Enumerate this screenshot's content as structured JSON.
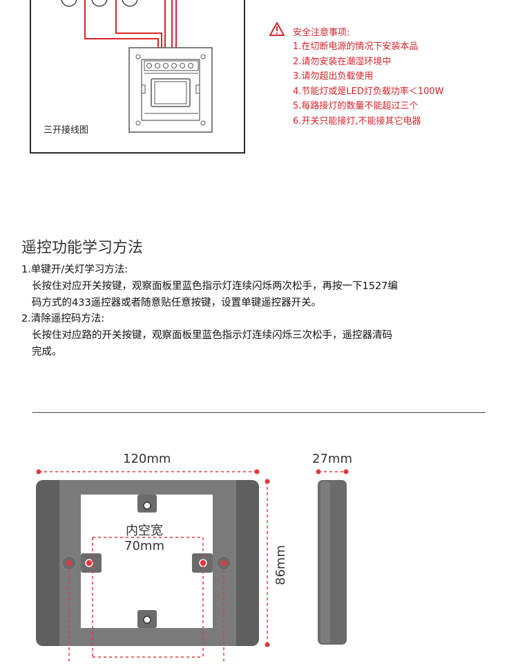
{
  "wiring_diagram": {
    "caption": "三开接线图"
  },
  "safety_notes": {
    "heading": "安全注意事项:",
    "items": [
      "1.在切断电源的情况下安装本品",
      "2.请勿安装在潮湿环境中",
      "3.请勿超出负载使用",
      "4.节能灯或是LED灯负载功率＜100W",
      "5.每路接灯的数量不能超过三个",
      "6.开关只能接灯,不能接其它电器"
    ]
  },
  "learning_method": {
    "title": "遥控功能学习方法",
    "item1_title": "1.单键开/关灯学习方法:",
    "item1_body_line1": "长按住对应开关按键，观察面板里蓝色指示灯连续闪烁两次松手，再按一下1527编",
    "item1_body_line2": "码方式的433遥控器或者随意贴任意按键，设置单键遥控器开关。",
    "item2_title": "2.清除遥控码方法:",
    "item2_body_line1": "长按住对应路的开关按键，观察面板里蓝色指示灯连续闪烁三次松手，遥控器清码",
    "item2_body_line2": "完成。"
  },
  "dimensions": {
    "width": "120mm",
    "depth": "27mm",
    "height": "86mm",
    "inner_label_line1": "内空宽",
    "inner_label_line2": "70mm"
  },
  "colors": {
    "accent_red": "#d8232a",
    "dimension_red": "#e03a3e",
    "box_gray": "#6b6b6b"
  }
}
